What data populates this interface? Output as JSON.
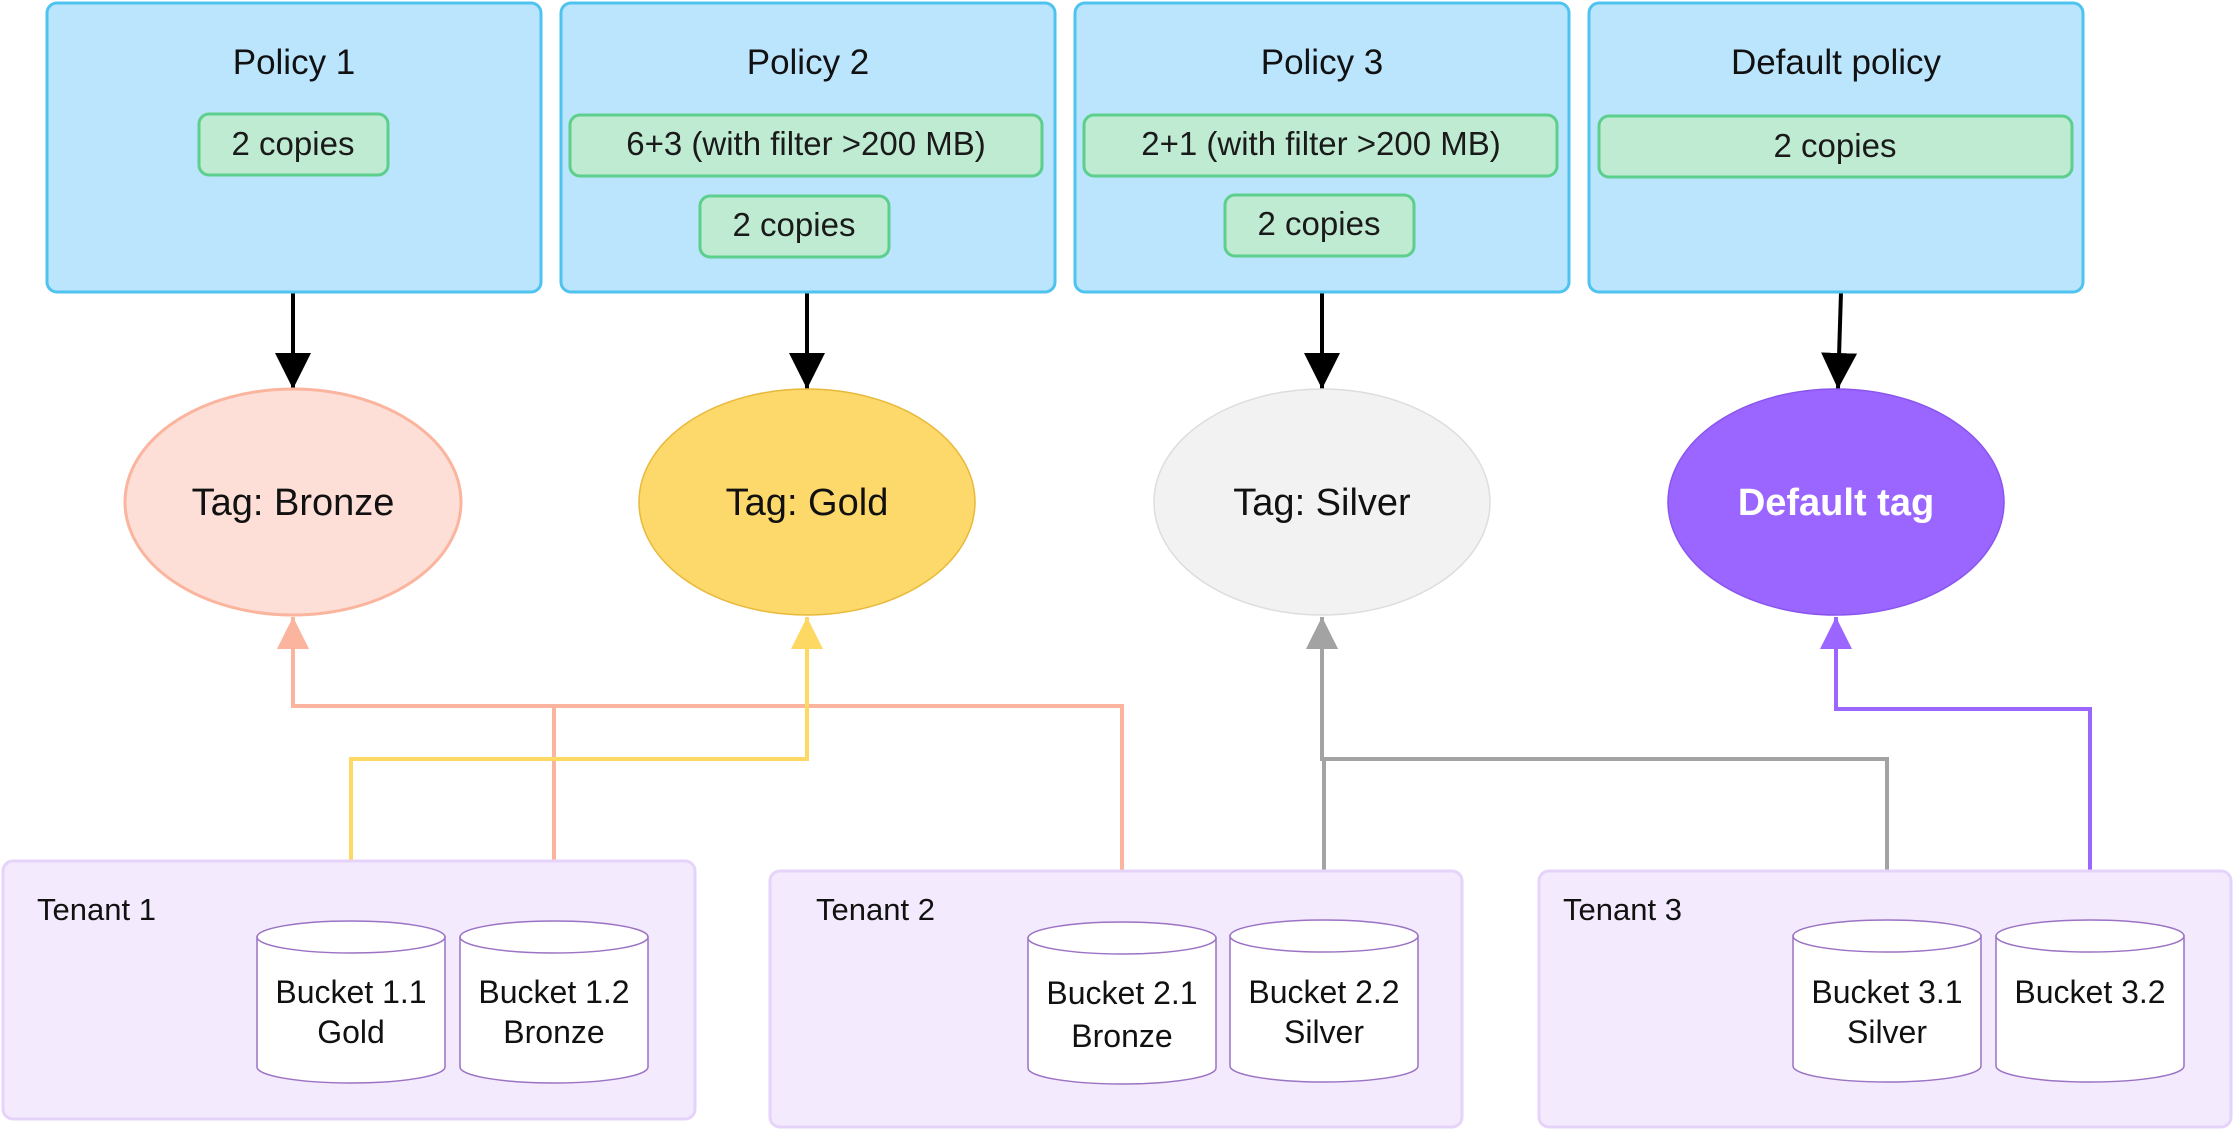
{
  "colors": {
    "policy_fill": "#bbe4fd",
    "policy_stroke": "#4fc3ef",
    "rule_fill": "#bfebd2",
    "rule_stroke": "#5ccf8c",
    "tenant_fill": "#f3ebfd",
    "tenant_stroke": "#e6d3fa",
    "bucket_stroke": "#9b72c4",
    "bronze": "#fbb59f",
    "gold": "#fdd862",
    "silver": "#a3a3a3",
    "default": "#9b66ff"
  },
  "policies": [
    {
      "title": "Policy 1",
      "rules": [
        "2 copies"
      ]
    },
    {
      "title": "Policy 2",
      "rules": [
        "6+3 (with filter >200 MB)",
        "2 copies"
      ]
    },
    {
      "title": "Policy 3",
      "rules": [
        "2+1 (with filter >200 MB)",
        "2 copies"
      ]
    },
    {
      "title": "Default policy",
      "rules": [
        "2 copies"
      ]
    }
  ],
  "tags": [
    {
      "label": "Tag: Bronze",
      "fill": "#fddfd7",
      "stroke": "#fbb59f",
      "text_color": "#111111",
      "bold": false
    },
    {
      "label": "Tag: Gold",
      "fill": "#fdd86a",
      "stroke": "#e8b93a",
      "text_color": "#111111",
      "bold": false
    },
    {
      "label": "Tag: Silver",
      "fill": "#f2f2f2",
      "stroke": "#dddddd",
      "text_color": "#111111",
      "bold": false
    },
    {
      "label": "Default tag",
      "fill": "#9b66ff",
      "stroke": "#8a55ee",
      "text_color": "#ffffff",
      "bold": true
    }
  ],
  "tenants": [
    {
      "label": "Tenant 1",
      "buckets": [
        {
          "lines": [
            "Bucket 1.1",
            "Gold"
          ],
          "tag": "gold"
        },
        {
          "lines": [
            "Bucket 1.2",
            "Bronze"
          ],
          "tag": "bronze"
        }
      ]
    },
    {
      "label": "Tenant 2",
      "buckets": [
        {
          "lines": [
            "Bucket 2.1",
            "Bronze"
          ],
          "tag": "bronze"
        },
        {
          "lines": [
            "Bucket 2.2",
            "Silver"
          ],
          "tag": "silver"
        }
      ]
    },
    {
      "label": "Tenant 3",
      "buckets": [
        {
          "lines": [
            "Bucket 3.1",
            "Silver"
          ],
          "tag": "silver"
        },
        {
          "lines": [
            "Bucket 3.2"
          ],
          "tag": "default"
        }
      ]
    }
  ]
}
